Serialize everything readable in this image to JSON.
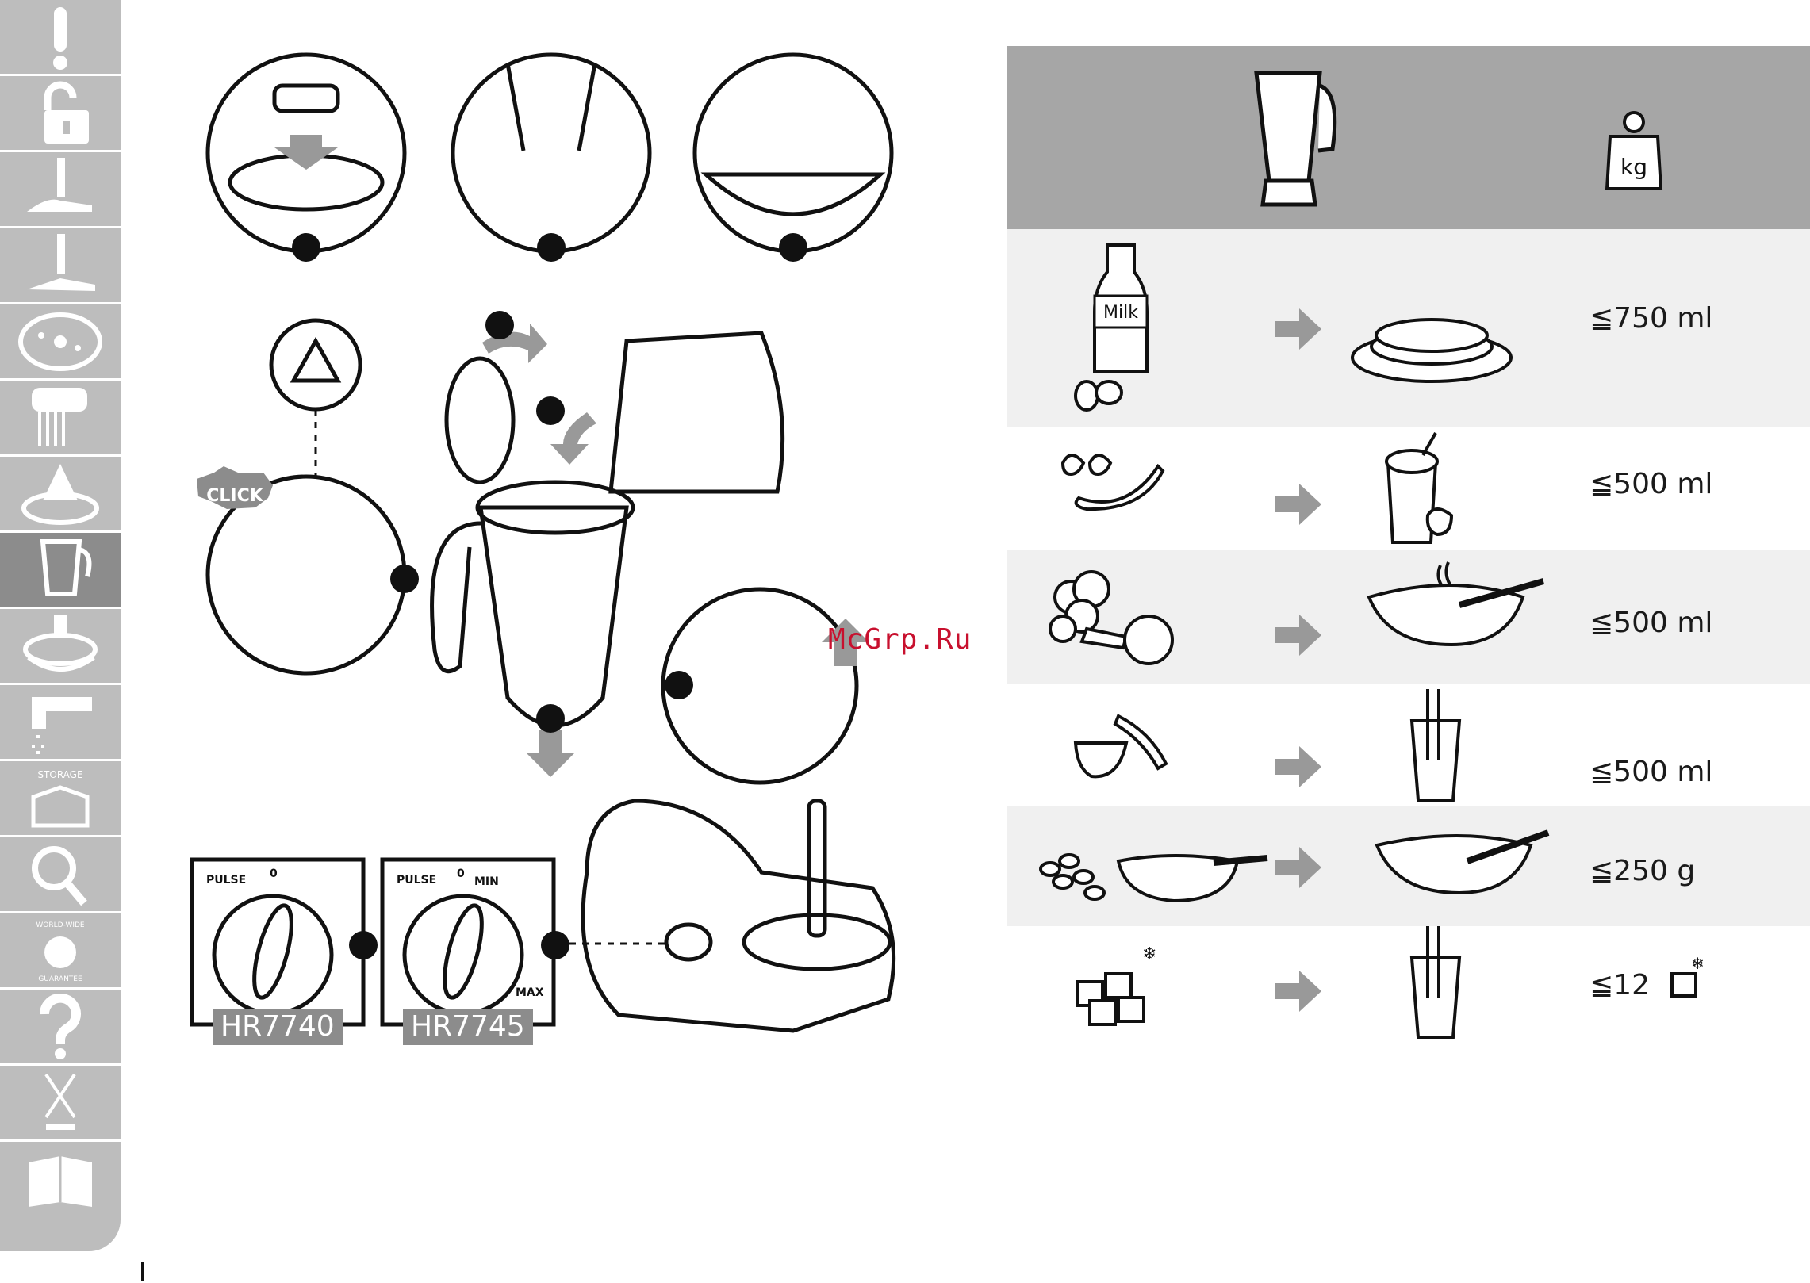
{
  "sidebar": {
    "tabs": [
      {
        "icon": "exclamation-icon"
      },
      {
        "icon": "unlock-icon"
      },
      {
        "icon": "blade-icon"
      },
      {
        "icon": "blade-alt-icon"
      },
      {
        "icon": "disc-icon"
      },
      {
        "icon": "whisk-icon"
      },
      {
        "icon": "citrus-press-icon"
      },
      {
        "icon": "blender-jar-icon",
        "active": true
      },
      {
        "icon": "food-processor-icon"
      },
      {
        "icon": "tap-icon"
      },
      {
        "icon": "storage-box-icon",
        "label": "STORAGE"
      },
      {
        "icon": "magnifier-icon"
      },
      {
        "icon": "globe-icon",
        "label_top": "WORLD-WIDE",
        "label_bottom": "GUARANTEE"
      },
      {
        "icon": "question-icon"
      },
      {
        "icon": "recycle-bin-crossed-icon"
      },
      {
        "icon": "book-icon"
      }
    ]
  },
  "illustration": {
    "click_label": "CLICK",
    "dial_1": {
      "pulse": "PULSE",
      "zero": "0",
      "model": "HR7740"
    },
    "dial_2": {
      "pulse": "PULSE",
      "zero": "0",
      "min": "MIN",
      "max": "MAX",
      "model": "HR7745"
    }
  },
  "watermark": "McGrp.Ru",
  "table": {
    "header": {
      "jar_icon": "blender-jar-icon",
      "weight_icon": "weight-kg-icon",
      "weight_label": "kg"
    },
    "rows": [
      {
        "input_icon": "milk-eggs-icon",
        "input_label": "Milk",
        "output_icon": "pancakes-icon",
        "limit": "≦750 ml"
      },
      {
        "input_icon": "strawberry-banana-icon",
        "output_icon": "milkshake-icon",
        "limit": "≦500 ml"
      },
      {
        "input_icon": "broccoli-tomato-icon",
        "output_icon": "soup-bowl-icon",
        "limit": "≦500 ml"
      },
      {
        "input_icon": "melon-banana-icon",
        "output_icon": "drink-glass-icon",
        "limit": "≦500 ml"
      },
      {
        "input_icon": "beans-pan-icon",
        "output_icon": "puree-bowl-icon",
        "limit": "≦250 g"
      },
      {
        "input_icon": "ice-cubes-icon",
        "output_icon": "iced-drink-icon",
        "limit": "≦12",
        "limit_icon": "ice-cube-icon"
      }
    ]
  },
  "colors": {
    "sidebar": "#bdbdbd",
    "sidebar_active": "#8c8c8c",
    "header": "#a6a6a6",
    "row_shade": "#f0f0f0",
    "watermark": "#c8102e"
  }
}
